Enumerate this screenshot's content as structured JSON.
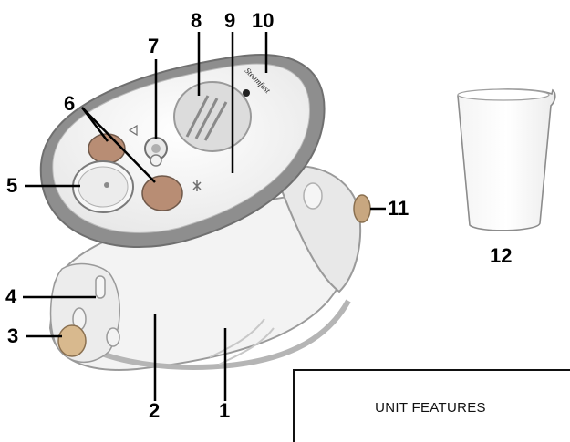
{
  "diagram": {
    "brand_label": "Steamfast",
    "callouts": [
      {
        "id": "c1",
        "label": "1"
      },
      {
        "id": "c2",
        "label": "2"
      },
      {
        "id": "c3",
        "label": "3"
      },
      {
        "id": "c4",
        "label": "4"
      },
      {
        "id": "c5",
        "label": "5"
      },
      {
        "id": "c6",
        "label": "6"
      },
      {
        "id": "c7",
        "label": "7"
      },
      {
        "id": "c8",
        "label": "8"
      },
      {
        "id": "c9",
        "label": "9"
      },
      {
        "id": "c10",
        "label": "10"
      },
      {
        "id": "c11",
        "label": "11"
      },
      {
        "id": "c12",
        "label": "12"
      }
    ]
  },
  "features_box": {
    "title": "UNIT FEATURES"
  }
}
